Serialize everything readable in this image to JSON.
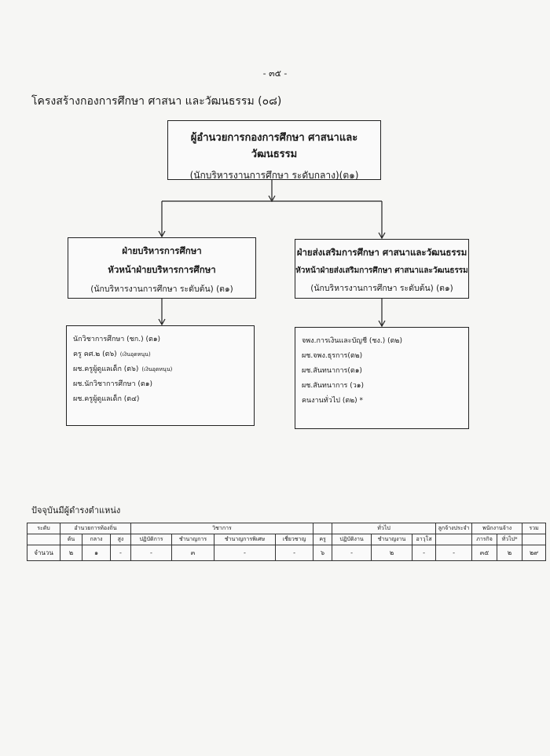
{
  "page_number": "- ๓๕ -",
  "title": "โครงสร้างกองการศึกษา ศาสนา และวัฒนธรรม (๐๘)",
  "org_chart": {
    "director": {
      "position": "ผู้อำนวยการกองการศึกษา ศาสนาและวัฒนธรรม",
      "level": "(นักบริหารงานการศึกษา ระดับกลาง)(ต๑)"
    },
    "left_division": {
      "name": "ฝ่ายบริหารการศึกษา",
      "head": "หัวหน้าฝ่ายบริหารการศึกษา",
      "level": "(นักบริหารงานการศึกษา ระดับต้น) (ต๑)",
      "staff": [
        {
          "text": "นักวิชาการศึกษา (ชก.) (ต๑)",
          "note": ""
        },
        {
          "text": "ครู คศ.๒ (ต๖)",
          "note": "(เงินอุดหนุน)"
        },
        {
          "text": "ผช.ครูผู้ดูแลเด็ก (ต๖)",
          "note": "(เงินอุดหนุน)"
        },
        {
          "text": "ผช.นักวิชาการศึกษา (ต๑)",
          "note": ""
        },
        {
          "text": "ผช.ครูผู้ดูแลเด็ก (ต๔)",
          "note": ""
        }
      ]
    },
    "right_division": {
      "name": "ฝ่ายส่งเสริมการศึกษา ศาสนาและวัฒนธรรม",
      "head": "หัวหน้าฝ่ายส่งเสริมการศึกษา ศาสนาและวัฒนธรรม",
      "level": "(นักบริหารงานการศึกษา ระดับต้น) (ต๑)",
      "staff": [
        {
          "text": "จพง.การเงินและบัญชี (ชง.) (ต๒)",
          "note": ""
        },
        {
          "text": "ผช.จพง.ธุรการ(ต๒)",
          "note": ""
        },
        {
          "text": "ผช.สันทนาการ(ต๑)",
          "note": ""
        },
        {
          "text": "ผช.สันทนาการ (ว๑)",
          "note": ""
        },
        {
          "text": "คนงานทั่วไป (ต๒) *",
          "note": ""
        }
      ]
    }
  },
  "current_staff_heading": "ปัจจุบันมีผู้ดำรงตำแหน่ง",
  "staff_table": {
    "level_label": "ระดับ",
    "groups": {
      "management": "อำนวยการท้องถิ่น",
      "academic": "วิชาการ",
      "general": "ทั่วไป",
      "permanent_employee": "ลูกจ้างประจำ",
      "contract_employee": "พนักงานจ้าง",
      "total": "รวม"
    },
    "sub_headers": {
      "m1": "ต้น",
      "m2": "กลาง",
      "m3": "สูง",
      "a1": "ปฏิบัติการ",
      "a2": "ชำนาญการ",
      "a3": "ชำนาญการพิเศษ",
      "a4": "เชี่ยวชาญ",
      "teacher": "ครู",
      "g1": "ปฏิบัติงาน",
      "g2": "ชำนาญงาน",
      "g3": "อาวุโส",
      "c1": "ภารกิจ",
      "c2": "ทั่วไป*"
    },
    "row_label": "จำนวน",
    "values": {
      "m1": "๒",
      "m2": "๑",
      "m3": "-",
      "a1": "-",
      "a2": "๓",
      "a3": "-",
      "a4": "-",
      "teacher": "๖",
      "g1": "-",
      "g2": "๒",
      "g3": "-",
      "perm": "-",
      "c1": "๓๕",
      "c2": "๒",
      "total": "๒๙"
    }
  }
}
